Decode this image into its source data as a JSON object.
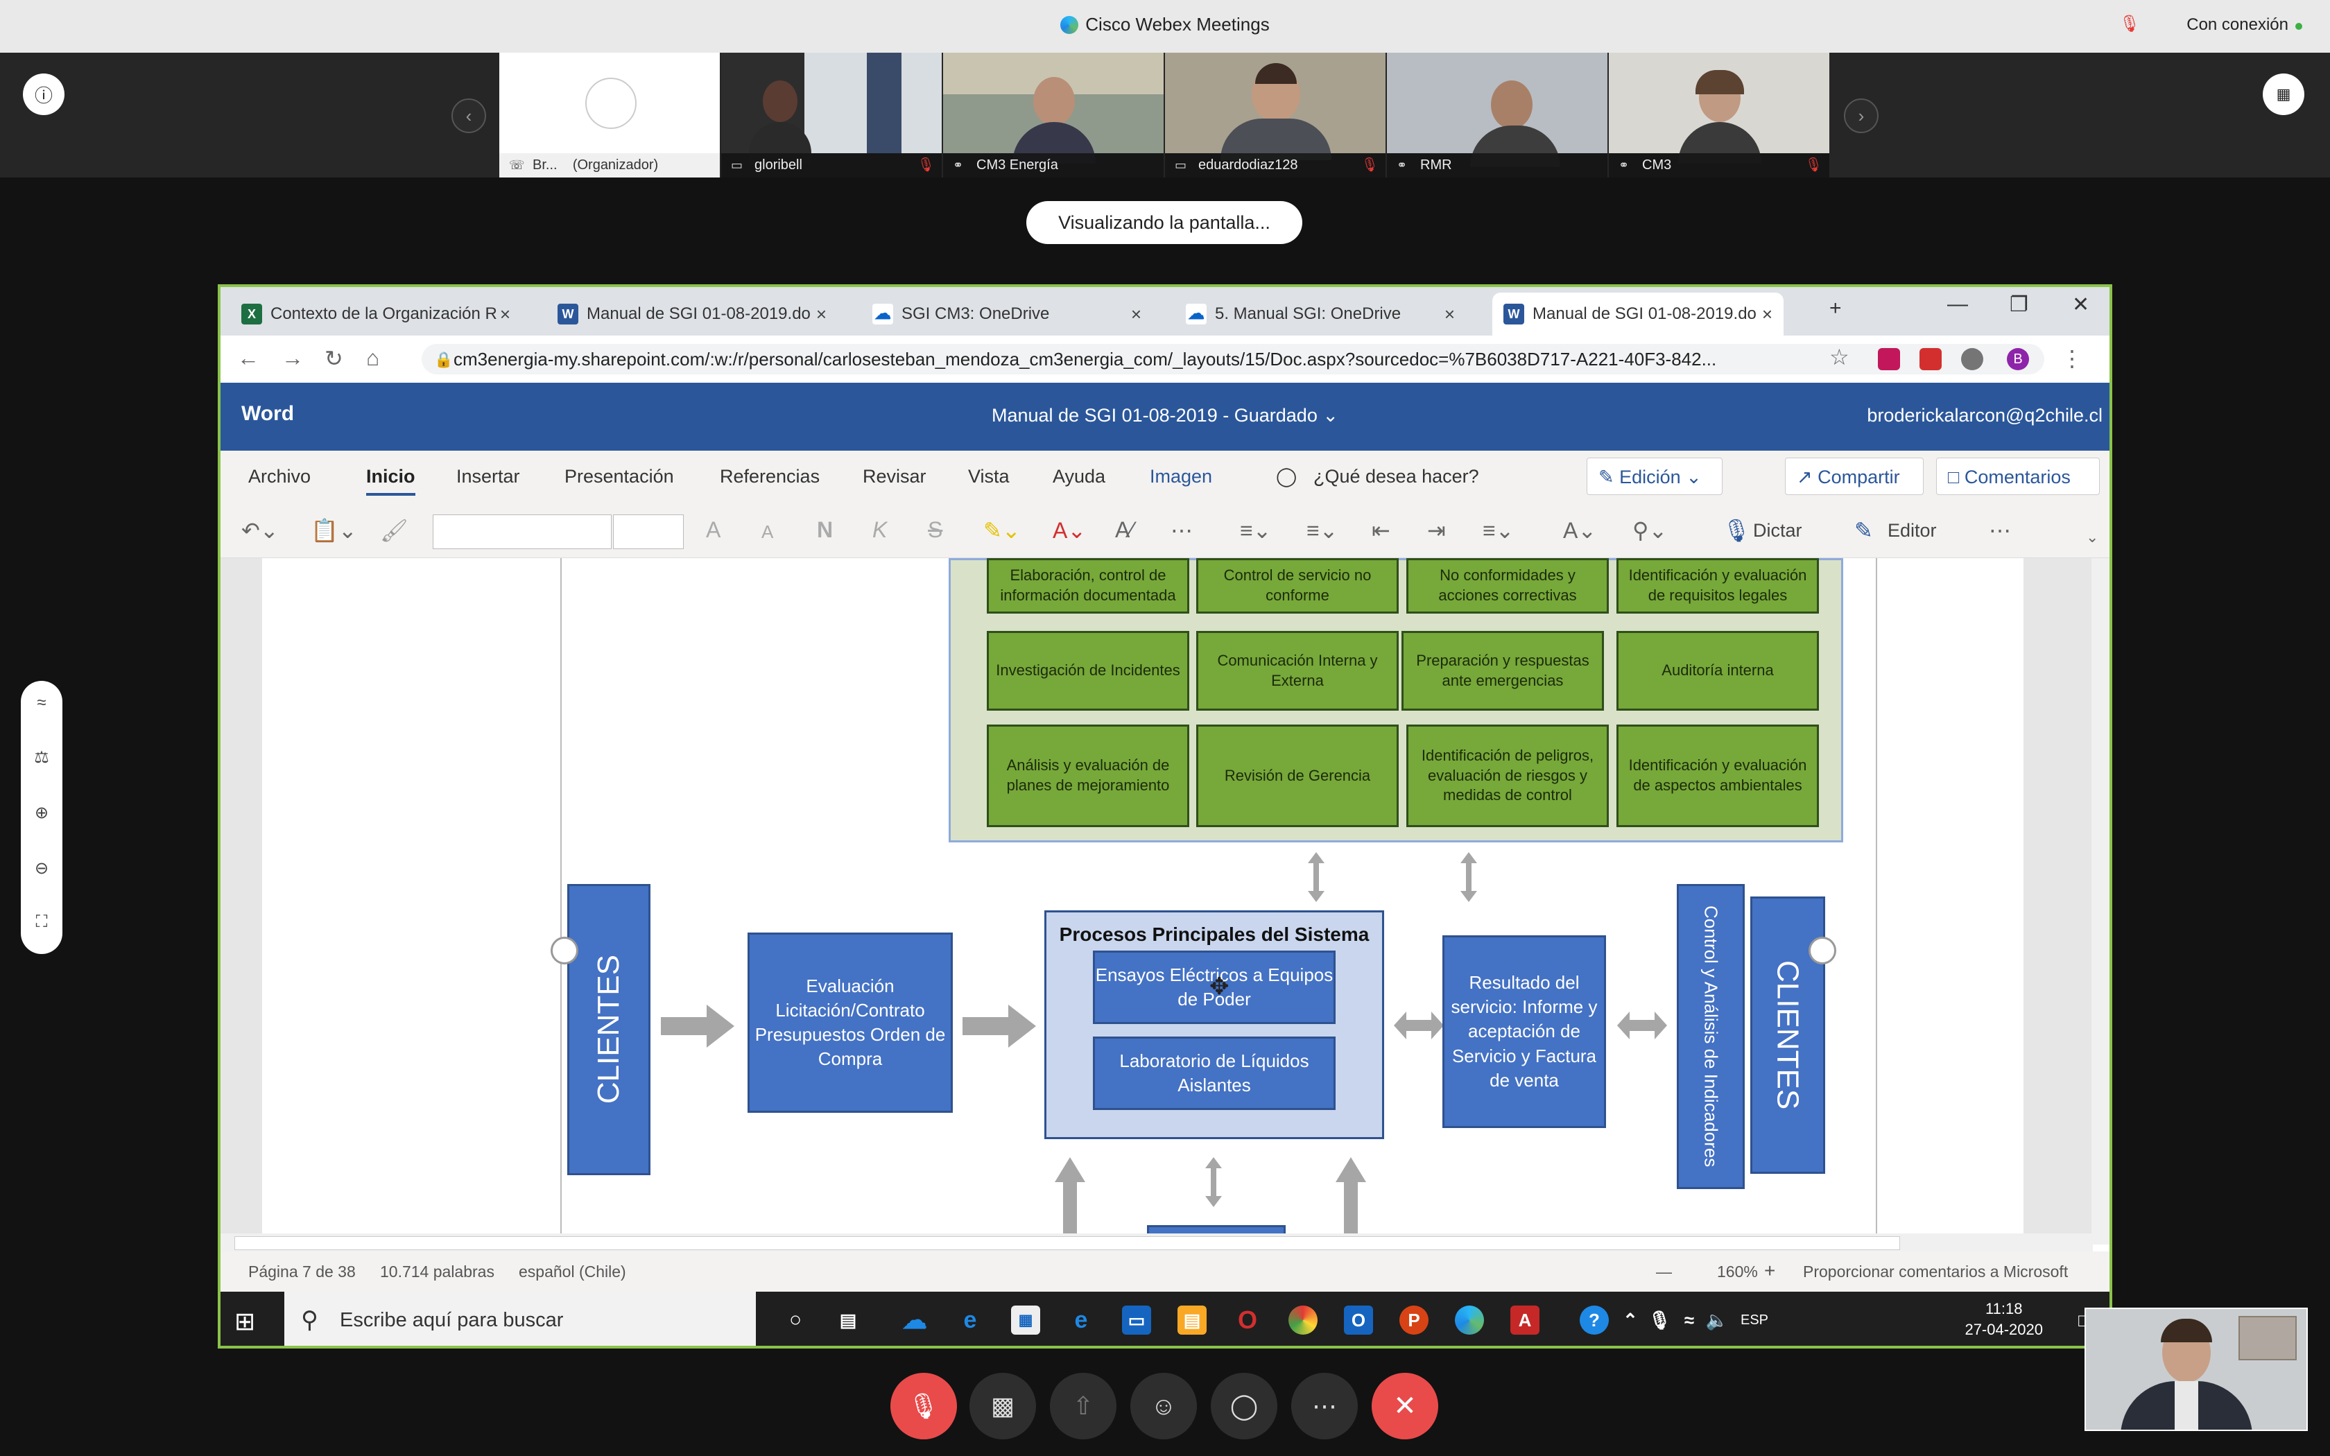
{
  "webex": {
    "title": "Cisco Webex Meetings",
    "connection": "Con conexión",
    "viewing_label": "Visualizando la pantalla...",
    "participants": [
      {
        "name": "Br...",
        "role": "(Organizador)"
      },
      {
        "name": "gloribell"
      },
      {
        "name": "CM3 Energía"
      },
      {
        "name": "eduardodiaz128"
      },
      {
        "name": "RMR"
      },
      {
        "name": "CM3"
      }
    ]
  },
  "browser": {
    "tabs": [
      {
        "title": "Contexto de la Organización R",
        "icon": "excel-icon"
      },
      {
        "title": "Manual de SGI 01-08-2019.do",
        "icon": "word-icon"
      },
      {
        "title": "SGI CM3: OneDrive",
        "icon": "onedrive-icon"
      },
      {
        "title": "5. Manual SGI: OneDrive",
        "icon": "onedrive-icon"
      },
      {
        "title": "Manual de SGI 01-08-2019.do",
        "icon": "word-icon"
      }
    ],
    "new_tab": "+",
    "url": "cm3energia-my.sharepoint.com/:w:/r/personal/carlosesteban_mendoza_cm3energia_com/_layouts/15/Doc.aspx?sourcedoc=%7B6038D717-A221-40F3-842...",
    "profile_initial": "B"
  },
  "word": {
    "app_name": "Word",
    "doc_title": "Manual de SGI 01-08-2019",
    "separator": "-",
    "save_status": "Guardado",
    "user": "broderickalarcon@q2chile.cl",
    "ribbon_tabs": [
      "Archivo",
      "Inicio",
      "Insertar",
      "Presentación",
      "Referencias",
      "Revisar",
      "Vista",
      "Ayuda",
      "Imagen"
    ],
    "search_prompt": "¿Qué desea hacer?",
    "edit_mode": "Edición",
    "share": "Compartir",
    "comments": "Comentarios",
    "dictate": "Dictar",
    "editor": "Editor",
    "toolbar_glyphs": {
      "bold": "N",
      "italic": "K",
      "strike": "S",
      "grow": "A",
      "shrink": "A"
    },
    "status": {
      "page": "Página 7 de 38",
      "words": "10.714 palabras",
      "language": "español (Chile)",
      "zoom": "160%",
      "feedback": "Proporcionar comentarios a Microsoft"
    }
  },
  "diagram": {
    "green_boxes_row0": [
      "Elaboración, control de información documentada",
      "Control de servicio no conforme",
      "No conformidades y acciones correctivas",
      "Identificación y evaluación de requisitos legales"
    ],
    "green_boxes_row1": [
      "Investigación de Incidentes",
      "Comunicación Interna y Externa",
      "Preparación y respuestas ante emergencias",
      "Auditoría interna"
    ],
    "green_boxes_row2": [
      "Análisis y evaluación de planes de mejoramiento",
      "Revisión de Gerencia",
      "Identificación de peligros, evaluación de riesgos y medidas de control",
      "Identificación y evaluación de aspectos ambientales"
    ],
    "clientes_left": "CLIENTES",
    "clientes_right": "CLIENTES",
    "evaluacion": "Evaluación Licitación/Contrato Presupuestos Orden de Compra",
    "procesos_title": "Procesos Principales del Sistema",
    "ensayos": "Ensayos Eléctricos a Equipos de Poder",
    "laboratorio": "Laboratorio de Líquidos Aislantes",
    "resultado": "Resultado del servicio: Informe y aceptación de Servicio y Factura de venta",
    "control": "Control y Análisis de Indicadores"
  },
  "taskbar": {
    "search_placeholder": "Escribe aquí para buscar",
    "language": "ESP",
    "time": "11:18",
    "date": "27-04-2020"
  }
}
